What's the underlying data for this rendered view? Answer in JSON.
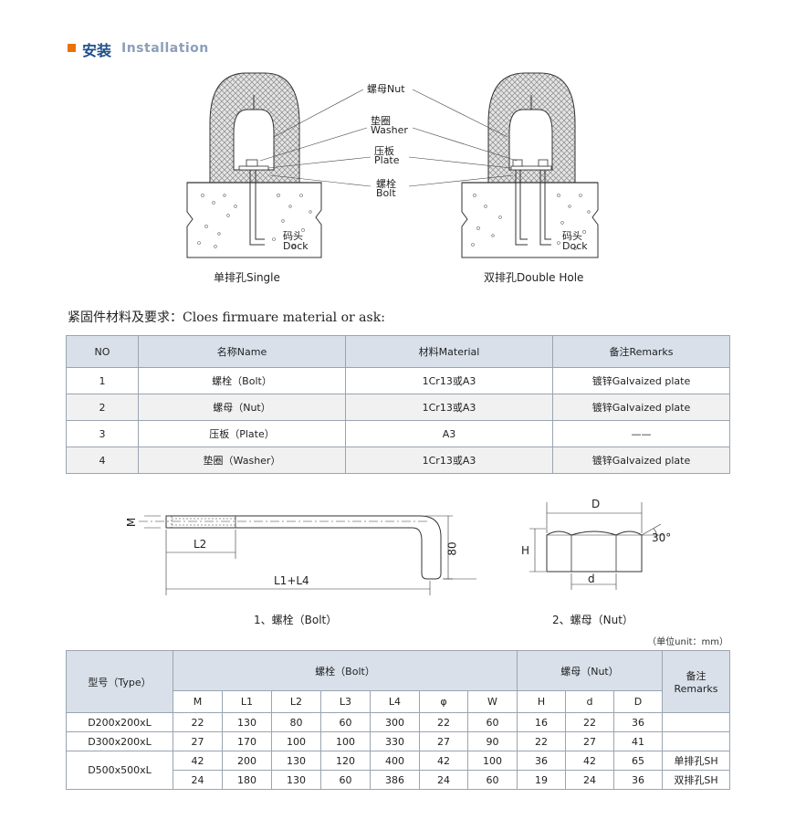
{
  "header": {
    "title_cn": "安装",
    "title_en": "Installation"
  },
  "installation": {
    "nut_cn": "螺母Nut",
    "washer_cn": "垫圈",
    "washer_en": "Washer",
    "plate_cn": "压板",
    "plate_en": "Plate",
    "bolt_cn": "螺栓",
    "bolt_en": "Bolt",
    "dock_cn": "码头",
    "dock_en": "Dock",
    "single_caption": "单排孔Single",
    "double_caption": "双排孔Double Hole"
  },
  "materials": {
    "title": "紧固件材料及要求：Cloes firmuare material or ask:",
    "headers": [
      "NO",
      "名称Name",
      "材料Material",
      "备注Remarks"
    ],
    "rows": [
      [
        "1",
        "螺栓（Bolt）",
        "1Cr13或A3",
        "镀锌Galvaized plate"
      ],
      [
        "2",
        "螺母（Nut）",
        "1Cr13或A3",
        "镀锌Galvaized plate"
      ],
      [
        "3",
        "压板（Plate）",
        "A3",
        "——"
      ],
      [
        "4",
        "垫圈（Washer）",
        "1Cr13或A3",
        "镀锌Galvaized plate"
      ]
    ]
  },
  "bolt_drawing": {
    "m": "M",
    "l2": "L2",
    "l1l4": "L1+L4",
    "dim80": "80",
    "caption": "1、螺栓（Bolt）"
  },
  "nut_drawing": {
    "d_upper": "D",
    "h": "H",
    "d_lower": "d",
    "angle": "30°",
    "caption": "2、螺母（Nut）"
  },
  "spec_table": {
    "unit": "（单位unit：mm）",
    "type_header": "型号（Type）",
    "bolt_header": "螺栓（Bolt）",
    "nut_header": "螺母（Nut）",
    "remarks_cn": "备注",
    "remarks_en": "Remarks",
    "sub_headers": [
      "M",
      "L1",
      "L2",
      "L3",
      "L4",
      "φ",
      "W",
      "H",
      "d",
      "D"
    ],
    "rows": [
      {
        "type": "D200x200xL",
        "values": [
          "22",
          "130",
          "80",
          "60",
          "300",
          "22",
          "60",
          "16",
          "22",
          "36"
        ],
        "remark": ""
      },
      {
        "type": "D300x200xL",
        "values": [
          "27",
          "170",
          "100",
          "100",
          "330",
          "27",
          "90",
          "22",
          "27",
          "41"
        ],
        "remark": ""
      },
      {
        "type": "D500x500xL",
        "values": [
          "42",
          "200",
          "130",
          "120",
          "400",
          "42",
          "100",
          "36",
          "42",
          "65"
        ],
        "remark": "单排孔SH"
      },
      {
        "type": "",
        "values": [
          "24",
          "180",
          "130",
          "60",
          "386",
          "24",
          "60",
          "19",
          "24",
          "36"
        ],
        "remark": "双排孔SH"
      }
    ]
  }
}
